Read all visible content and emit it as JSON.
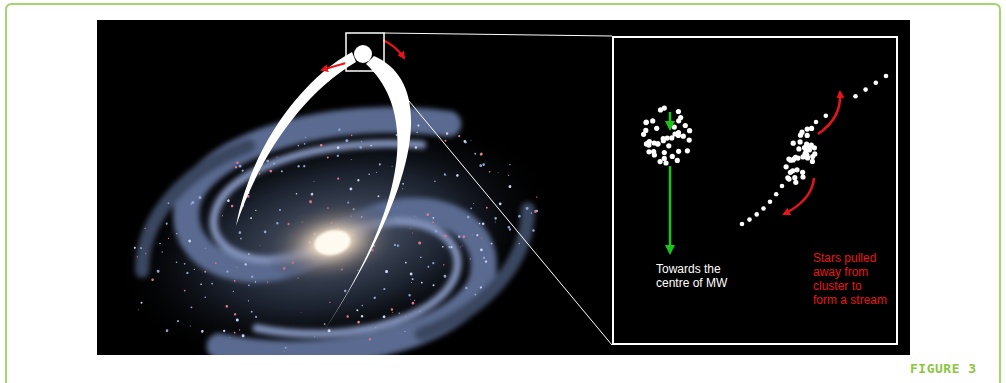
{
  "diagram": {
    "nodes": [
      {
        "text": [
          "Towards the centre of MW",
          "Stars pulled away from cluster to form a stream"
        ]
      }
    ],
    "labels": [
      "FIGURE 3"
    ]
  }
}
